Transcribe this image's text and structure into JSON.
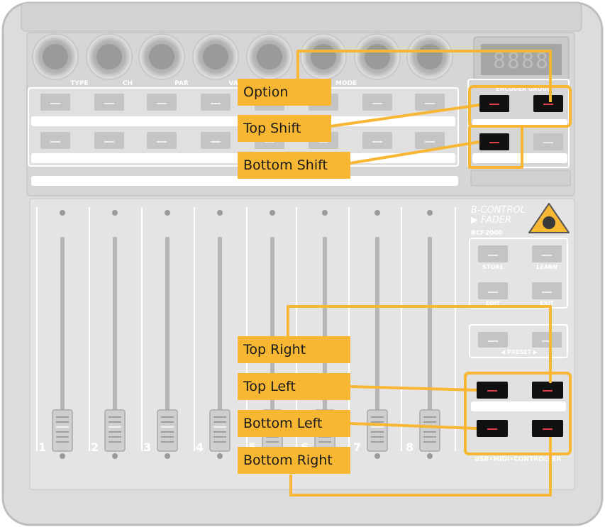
{
  "knob_labels": [
    "TYPE",
    "CH",
    "PAR",
    "VAL",
    "MODE"
  ],
  "led_display": "8888",
  "encoder_group_label": "ENCODER GROUP",
  "brand": {
    "line1": "B-CONTROL",
    "line2": "▶ FADER",
    "model": "BCF2000"
  },
  "store_label": "STORE",
  "learn_label": "LEARN",
  "edit_label": "EDIT",
  "exit_label": "EXIT",
  "preset_label": "◀  PRESET  ▶",
  "usb_label": "USB•MIDI•CONTROLLER",
  "channel_numbers": [
    "1",
    "2",
    "3",
    "4",
    "5",
    "6",
    "7",
    "8"
  ],
  "callouts": {
    "option": "Option",
    "top_shift": "Top Shift",
    "bottom_shift": "Bottom Shift",
    "top_right": "Top Right",
    "top_left": "Top Left",
    "bottom_left": "Bottom Left",
    "bottom_right": "Bottom Right"
  },
  "colors": {
    "highlight": "#f7b733",
    "button_active": "#111111",
    "led_red": "#e0404a",
    "device_body": "#e6e6e6"
  }
}
